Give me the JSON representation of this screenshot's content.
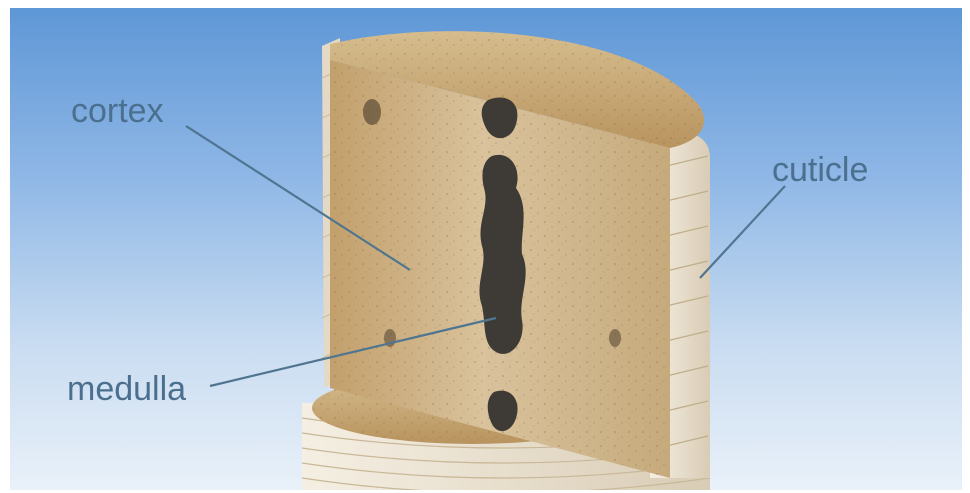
{
  "labels": {
    "cortex": "cortex",
    "cuticle": "cuticle",
    "medulla": "medulla"
  },
  "colors": {
    "sky_top": "#5e97d6",
    "sky_bottom": "#e9f1f9",
    "cortex": "#cfb48a",
    "medulla": "#3e3a35",
    "cuticle": "#efe6d6",
    "label_text": "#4b6f8e",
    "leader_line": "#4f7590"
  }
}
